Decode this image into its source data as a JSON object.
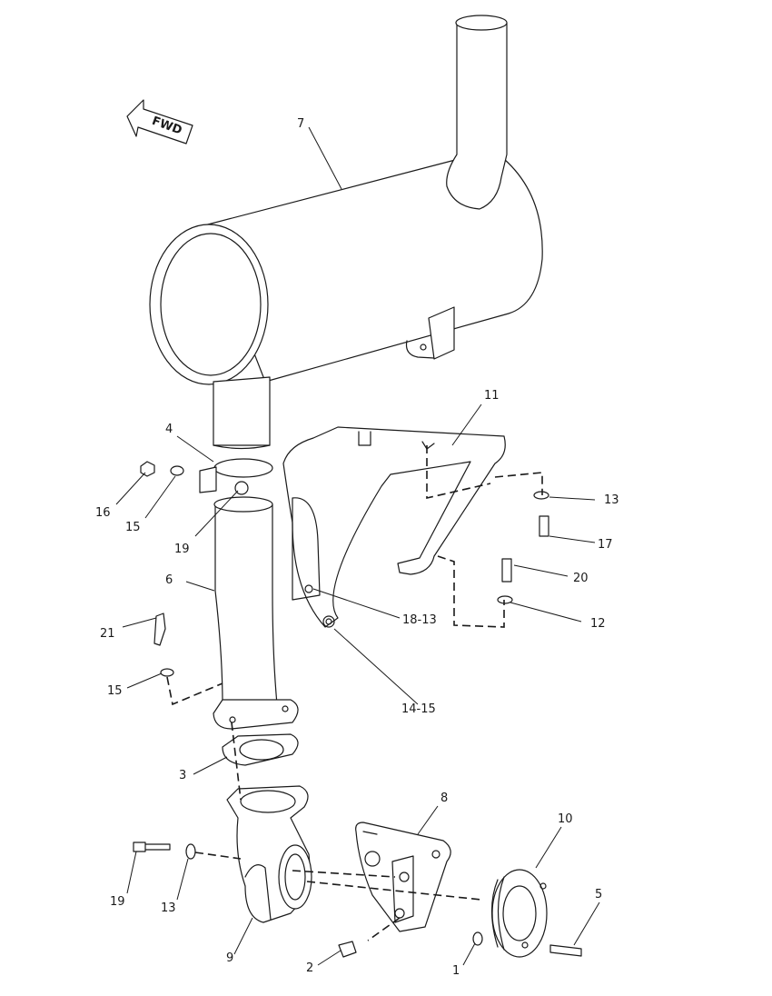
{
  "direction_marker": "FWD",
  "callouts": {
    "c1": "1",
    "c2": "2",
    "c3": "3",
    "c4": "4",
    "c5": "5",
    "c6": "6",
    "c7": "7",
    "c8": "8",
    "c9": "9",
    "c10": "10",
    "c11": "11",
    "c12": "12",
    "c13a": "13",
    "c13b": "13",
    "c14_15": "14-15",
    "c15a": "15",
    "c15b": "15",
    "c16": "16",
    "c17": "17",
    "c18_13": "18-13",
    "c19a": "19",
    "c19b": "19",
    "c20": "20",
    "c21": "21"
  }
}
